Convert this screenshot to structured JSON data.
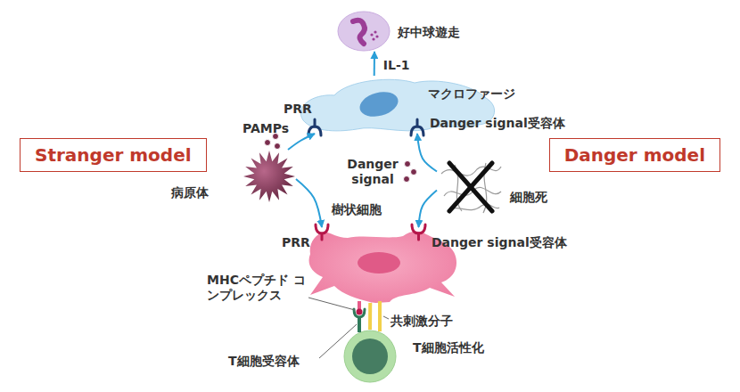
{
  "diagram": {
    "nodes": [
      {
        "text": [
          "好中球遊走"
        ]
      },
      {
        "text": [
          "マクロファージ"
        ]
      },
      {
        "text": [
          "Stranger model"
        ]
      },
      {
        "text": [
          "Danger model"
        ]
      },
      {
        "text": [
          "病原体"
        ]
      },
      {
        "text": [
          "細胞死"
        ]
      },
      {
        "text": [
          "樹状細胞"
        ]
      },
      {
        "text": [
          "T細胞活性化"
        ]
      }
    ],
    "edges": [
      {
        "from": 4,
        "to": 1,
        "arrow": "to"
      },
      {
        "from": 4,
        "to": 6,
        "arrow": "to"
      },
      {
        "from": 5,
        "to": 1,
        "arrow": "to"
      },
      {
        "from": 5,
        "to": 6,
        "arrow": "to"
      },
      {
        "from": 1,
        "to": 0,
        "label": "IL-1",
        "arrow": "to"
      },
      {
        "from": 6,
        "to": 7,
        "arrow": "none"
      }
    ],
    "labels": [
      "PRR",
      "PAMPs",
      "Danger signal受容体",
      "Danger signal",
      "PRR",
      "Danger signal受容体",
      "MHCペプチド コンプレックス",
      "共刺激分子",
      "T細胞受容体"
    ]
  }
}
